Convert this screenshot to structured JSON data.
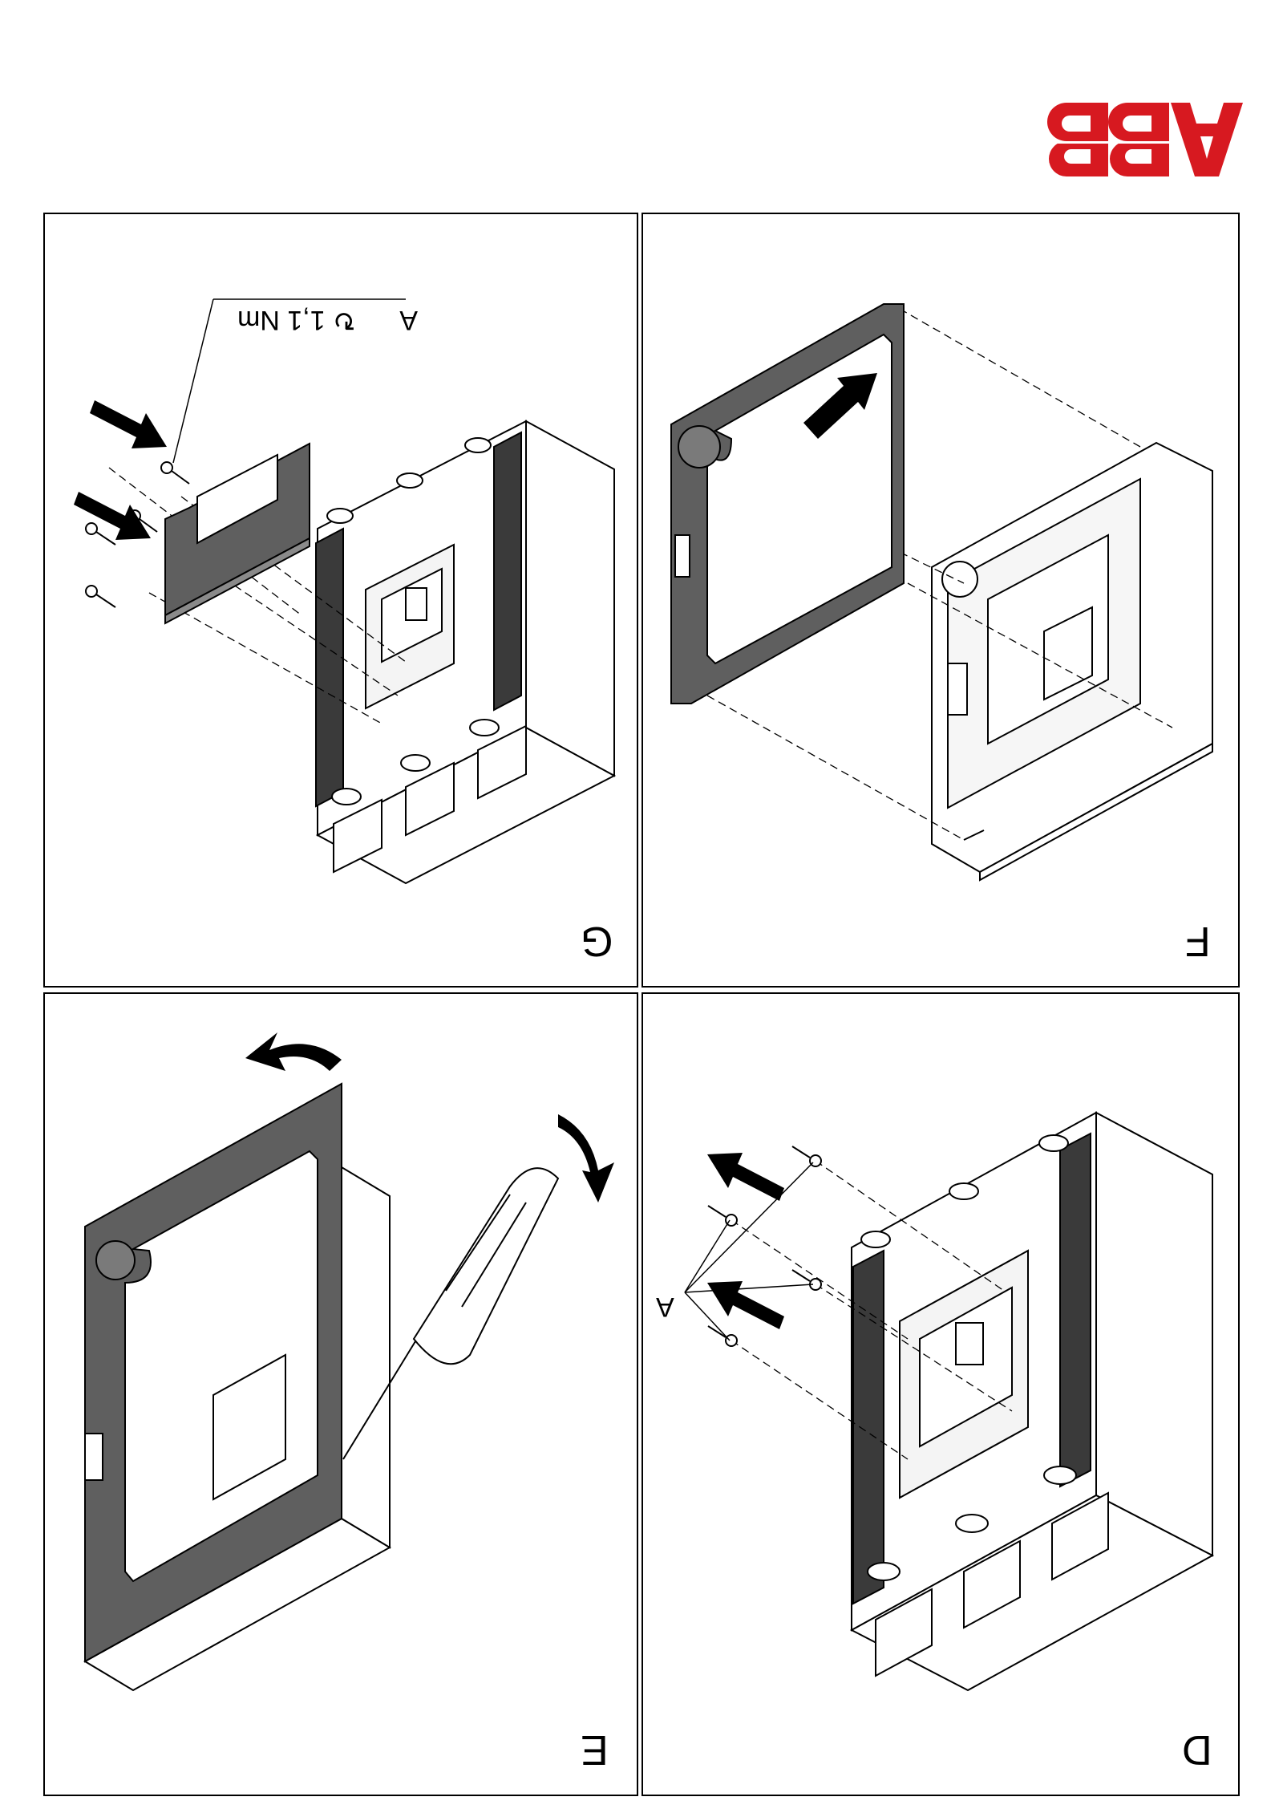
{
  "brand": {
    "logo_text": "ABB",
    "color": "#d71920"
  },
  "panels": {
    "g": {
      "label": "G",
      "callout": "A",
      "torque": "1,1 Nm"
    },
    "f": {
      "label": "F"
    },
    "e": {
      "label": "E"
    },
    "d": {
      "label": "D",
      "callout": "A"
    }
  },
  "colors": {
    "line": "#000000",
    "part_fill": "#5f5f5f",
    "background": "#ffffff"
  }
}
